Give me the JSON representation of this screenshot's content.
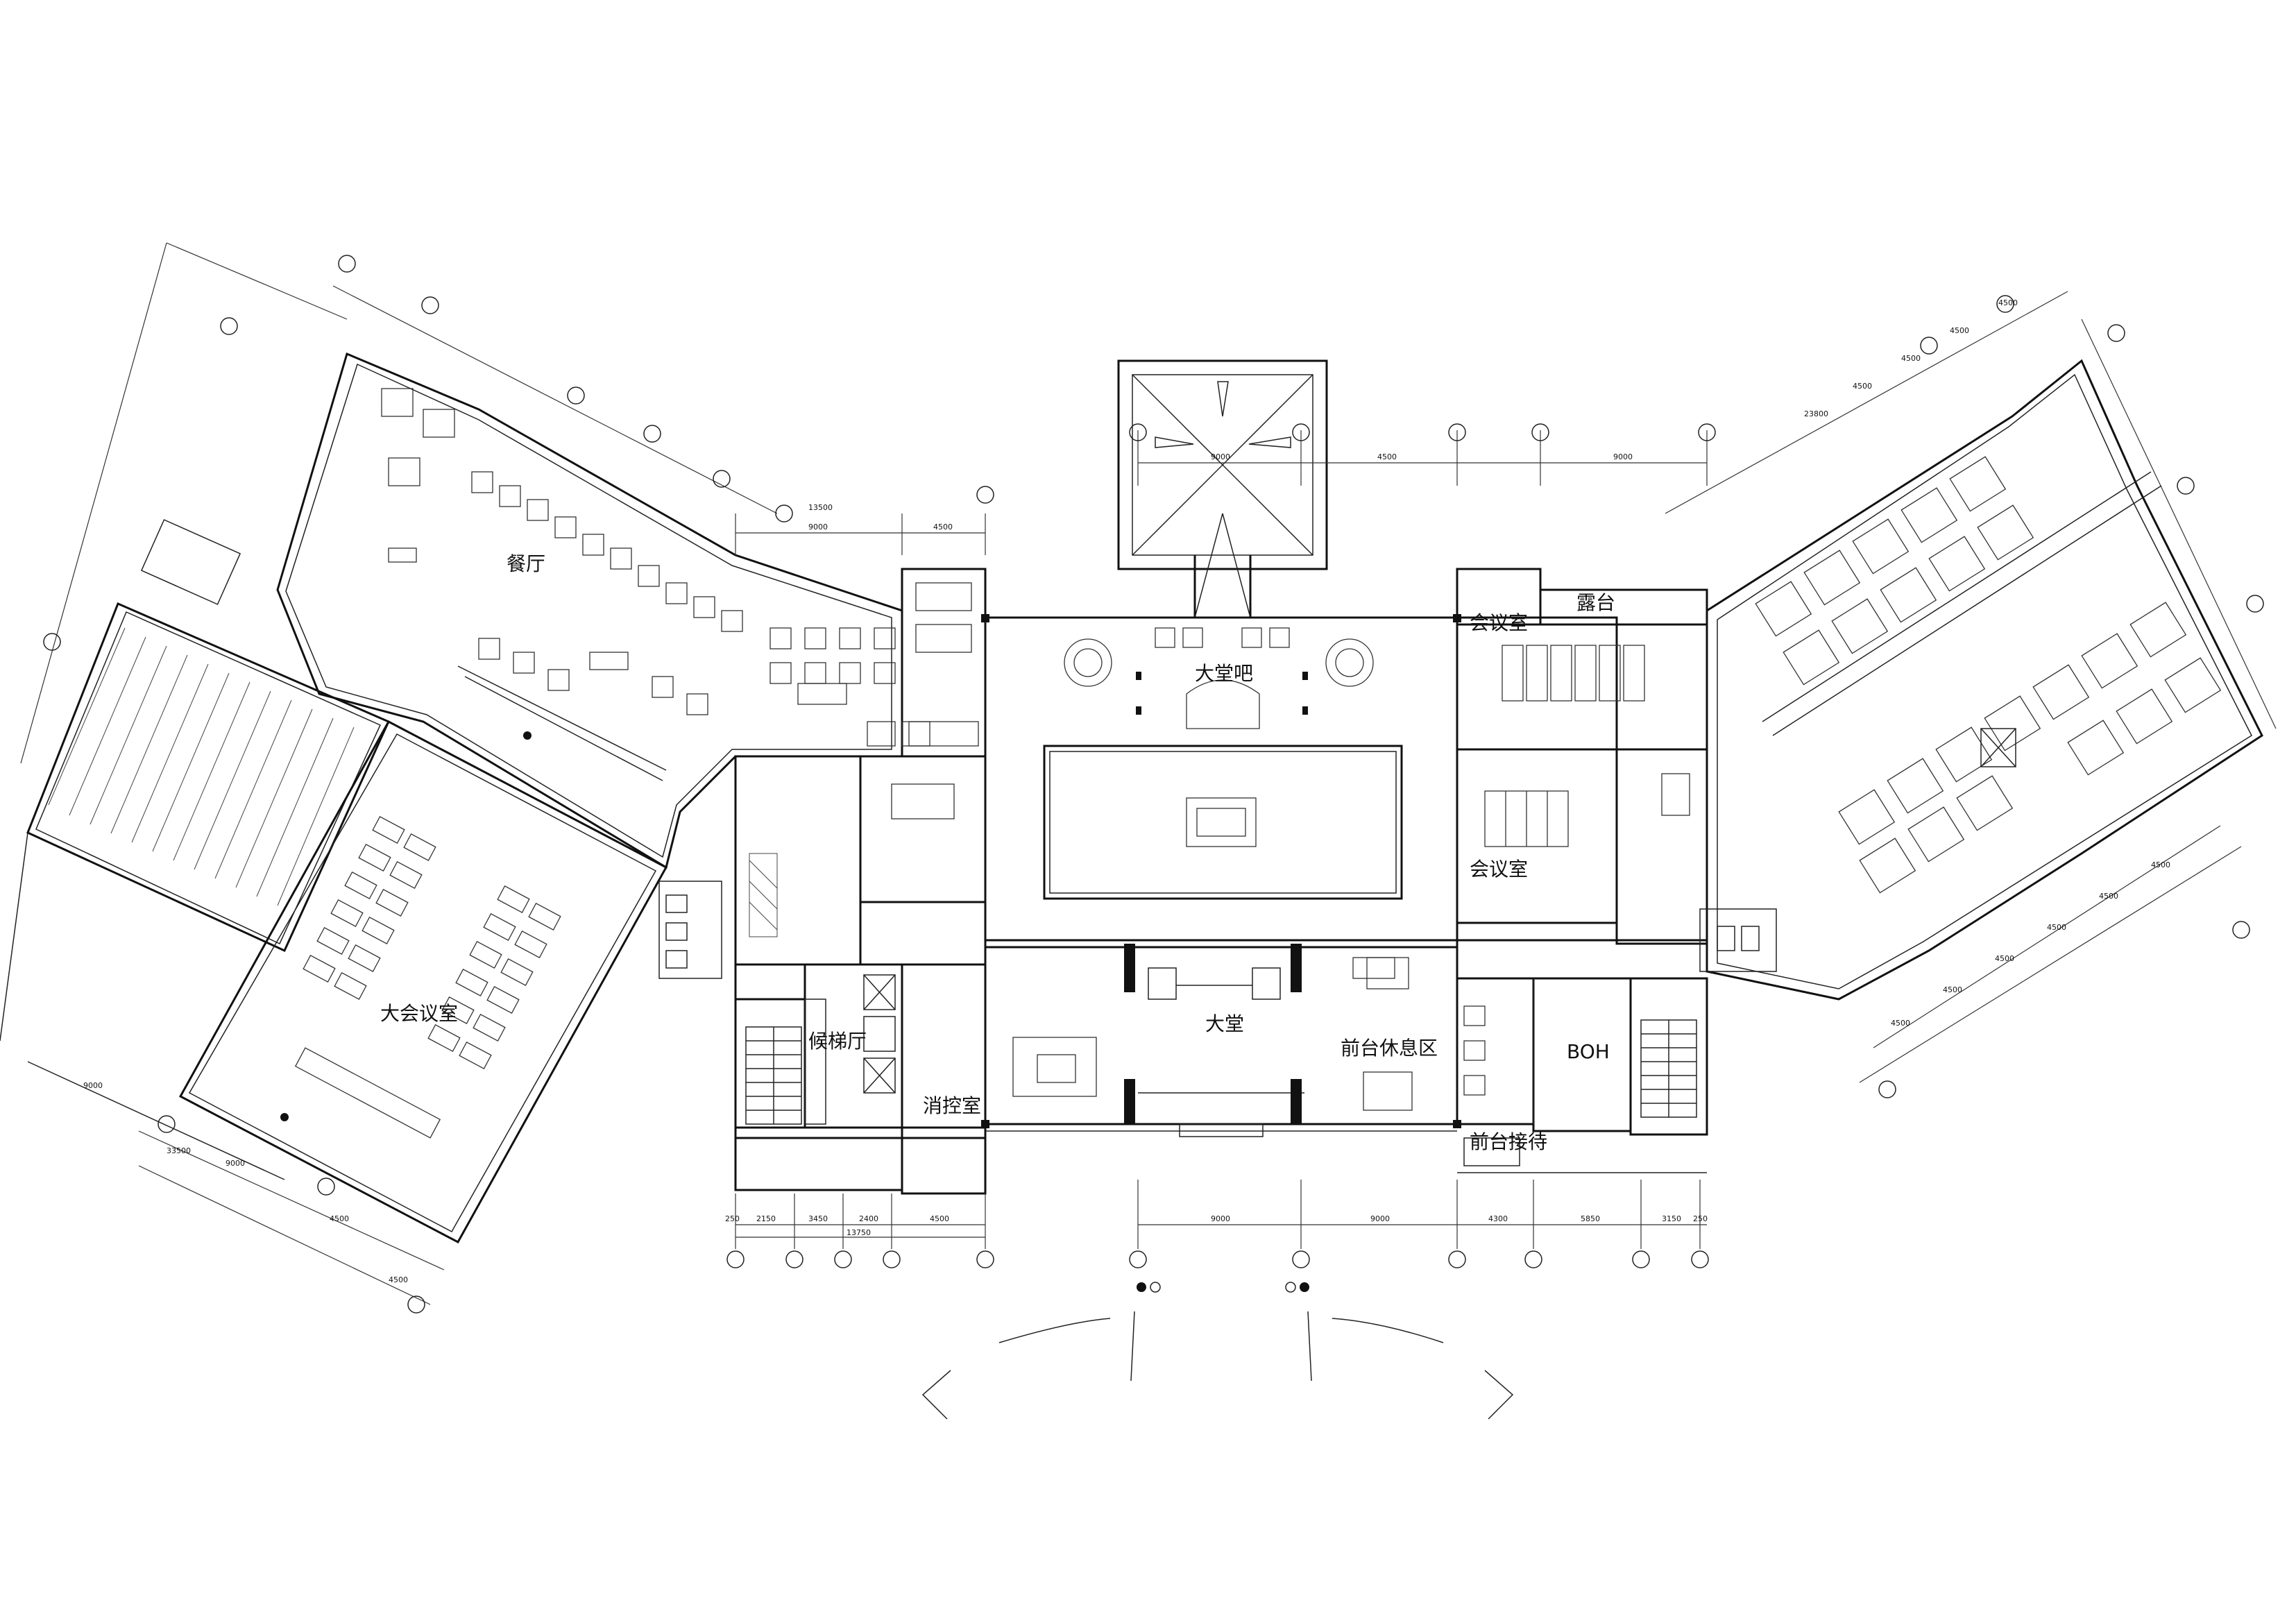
{
  "rooms": {
    "dining": "餐厅",
    "lobby_bar": "大堂吧",
    "meeting_top": "会议室",
    "terrace": "露台",
    "meeting_mid": "会议室",
    "big_meeting": "大会议室",
    "elevator_hall": "候梯厅",
    "fire_control": "消控室",
    "lobby": "大堂",
    "front_lounge": "前台休息区",
    "boh": "BOH",
    "reception": "前台接待"
  },
  "dimensions": {
    "bottom_left": [
      "250",
      "2150",
      "3450",
      "2400",
      "4500"
    ],
    "bottom_left_total": "13750",
    "bottom_right": [
      "9000",
      "9000",
      "4300",
      "5850",
      "3150",
      "250"
    ],
    "top_center": [
      "9000",
      "4500",
      "9000"
    ],
    "top_left": [
      "13500",
      "9000",
      "4500"
    ],
    "left_bottom": [
      "9000",
      "33500",
      "9000",
      "4500",
      "4500"
    ],
    "right_bottom": [
      "4500",
      "4500",
      "4500",
      "4500",
      "4500",
      "4500"
    ],
    "right_top": [
      "23800",
      "4500",
      "4500",
      "4500",
      "4500"
    ]
  },
  "colors": {
    "line": "#111111",
    "background": "#ffffff"
  }
}
